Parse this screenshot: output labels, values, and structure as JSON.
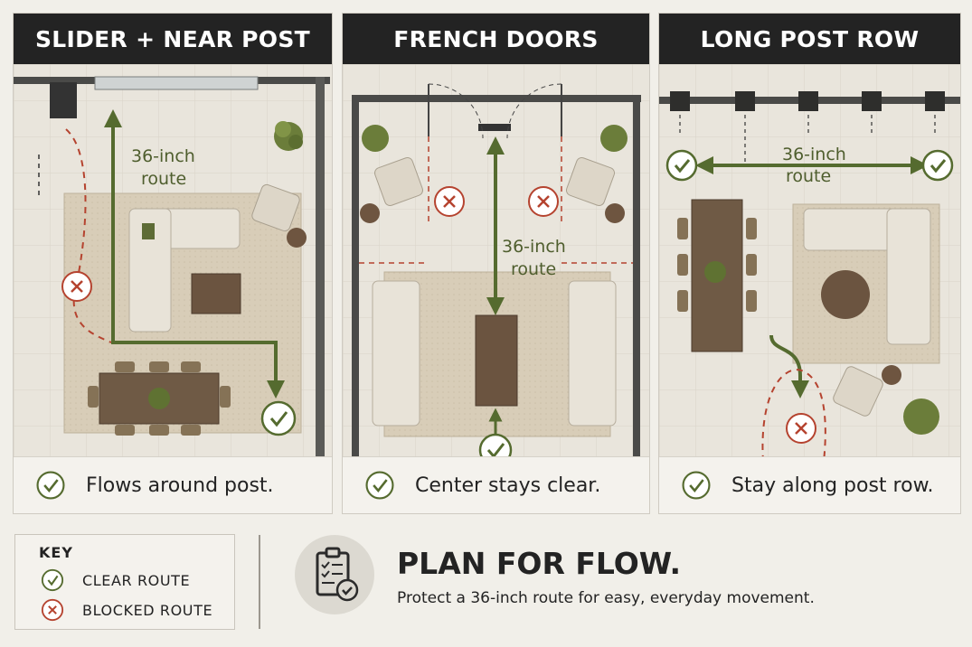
{
  "panels": [
    {
      "title": "SLIDER + NEAR POST",
      "route_label_1": "36-inch",
      "route_label_2": "route",
      "caption": "Flows around post."
    },
    {
      "title": "FRENCH DOORS",
      "route_label_1": "36-inch",
      "route_label_2": "route",
      "caption": "Center stays clear."
    },
    {
      "title": "LONG POST ROW",
      "route_label_1": "36-inch",
      "route_label_2": "route",
      "caption": "Stay along post row."
    }
  ],
  "key": {
    "title": "KEY",
    "clear_label": "CLEAR ROUTE",
    "blocked_label": "BLOCKED ROUTE"
  },
  "footer": {
    "headline": "PLAN FOR FLOW.",
    "subline": "Protect a 36-inch route for easy, everyday movement."
  },
  "icons": {
    "clear": "check-circle-icon",
    "blocked": "x-circle-icon",
    "plan": "clipboard-check-icon"
  },
  "colors": {
    "route_green": "#556b2f",
    "blocked_red": "#b5432f",
    "header": "#232323"
  }
}
